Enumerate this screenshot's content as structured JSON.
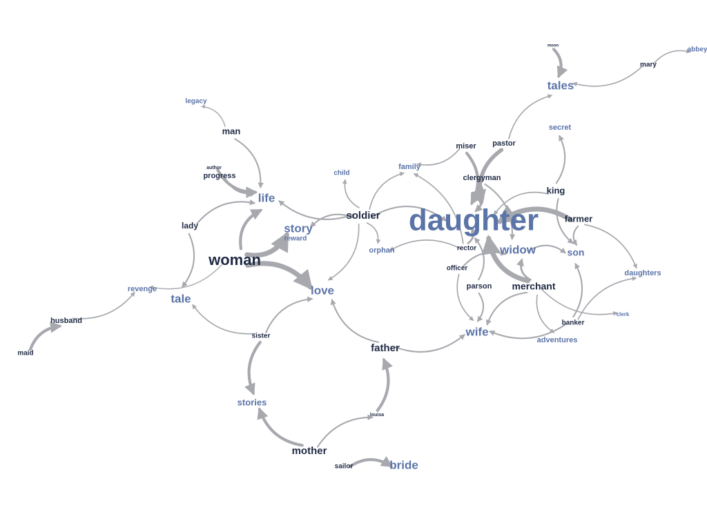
{
  "colors": {
    "source": "#1f2a44",
    "target": "#5b74a8",
    "edge": "#a7a9ae",
    "background": "#ffffff"
  },
  "nodes": [
    {
      "id": "daughter",
      "label": "daughter",
      "role": "target"
    },
    {
      "id": "woman",
      "label": "woman",
      "role": "source"
    },
    {
      "id": "love",
      "label": "love",
      "role": "target"
    },
    {
      "id": "life",
      "label": "life",
      "role": "target"
    },
    {
      "id": "story",
      "label": "story",
      "role": "target"
    },
    {
      "id": "reward",
      "label": "reward",
      "role": "target"
    },
    {
      "id": "soldier",
      "label": "soldier",
      "role": "source"
    },
    {
      "id": "widow",
      "label": "widow",
      "role": "target"
    },
    {
      "id": "merchant",
      "label": "merchant",
      "role": "source"
    },
    {
      "id": "wife",
      "label": "wife",
      "role": "target"
    },
    {
      "id": "father",
      "label": "father",
      "role": "source"
    },
    {
      "id": "tale",
      "label": "tale",
      "role": "target"
    },
    {
      "id": "tales",
      "label": "tales",
      "role": "target"
    },
    {
      "id": "farmer",
      "label": "farmer",
      "role": "source"
    },
    {
      "id": "son",
      "label": "son",
      "role": "target"
    },
    {
      "id": "king",
      "label": "king",
      "role": "source"
    },
    {
      "id": "man",
      "label": "man",
      "role": "source"
    },
    {
      "id": "legacy",
      "label": "legacy",
      "role": "target"
    },
    {
      "id": "author",
      "label": "author",
      "role": "source"
    },
    {
      "id": "progress",
      "label": "progress",
      "role": "source"
    },
    {
      "id": "lady",
      "label": "lady",
      "role": "source"
    },
    {
      "id": "revenge",
      "label": "revenge",
      "role": "target"
    },
    {
      "id": "husband",
      "label": "husband",
      "role": "source"
    },
    {
      "id": "maid",
      "label": "maid",
      "role": "source"
    },
    {
      "id": "sister",
      "label": "sister",
      "role": "source"
    },
    {
      "id": "stories",
      "label": "stories",
      "role": "target"
    },
    {
      "id": "mother",
      "label": "mother",
      "role": "source"
    },
    {
      "id": "louisa",
      "label": "louisa",
      "role": "source"
    },
    {
      "id": "sailor",
      "label": "sailor",
      "role": "source"
    },
    {
      "id": "bride",
      "label": "bride",
      "role": "target"
    },
    {
      "id": "child",
      "label": "child",
      "role": "target"
    },
    {
      "id": "family",
      "label": "family",
      "role": "target"
    },
    {
      "id": "orphan",
      "label": "orphan",
      "role": "target"
    },
    {
      "id": "miser",
      "label": "miser",
      "role": "source"
    },
    {
      "id": "pastor",
      "label": "pastor",
      "role": "source"
    },
    {
      "id": "clergyman",
      "label": "clergyman",
      "role": "source"
    },
    {
      "id": "secret",
      "label": "secret",
      "role": "target"
    },
    {
      "id": "mary",
      "label": "mary",
      "role": "source"
    },
    {
      "id": "abbey",
      "label": "abbey",
      "role": "target"
    },
    {
      "id": "moon",
      "label": "moon",
      "role": "source"
    },
    {
      "id": "rector",
      "label": "rector",
      "role": "source"
    },
    {
      "id": "officer",
      "label": "officer",
      "role": "source"
    },
    {
      "id": "parson",
      "label": "parson",
      "role": "source"
    },
    {
      "id": "banker",
      "label": "banker",
      "role": "source"
    },
    {
      "id": "clerk",
      "label": "clerk",
      "role": "target"
    },
    {
      "id": "adventures",
      "label": "adventures",
      "role": "target"
    },
    {
      "id": "daughters",
      "label": "daughters",
      "role": "target"
    }
  ],
  "edges": [
    {
      "from": "woman",
      "to": "love",
      "weight": 5
    },
    {
      "from": "woman",
      "to": "story",
      "weight": 5
    },
    {
      "from": "woman",
      "to": "life",
      "weight": 3
    },
    {
      "from": "woman",
      "to": "revenge",
      "weight": 1
    },
    {
      "from": "man",
      "to": "life",
      "weight": 1.5
    },
    {
      "from": "man",
      "to": "legacy",
      "weight": 1
    },
    {
      "from": "author",
      "to": "life",
      "weight": 3
    },
    {
      "from": "progress",
      "to": "life",
      "weight": 1.5
    },
    {
      "from": "lady",
      "to": "life",
      "weight": 1.5
    },
    {
      "from": "lady",
      "to": "tale",
      "weight": 1.5
    },
    {
      "from": "husband",
      "to": "revenge",
      "weight": 1.2
    },
    {
      "from": "maid",
      "to": "husband",
      "weight": 3
    },
    {
      "from": "soldier",
      "to": "life",
      "weight": 1.5
    },
    {
      "from": "soldier",
      "to": "story",
      "weight": 1.5
    },
    {
      "from": "soldier",
      "to": "daughter",
      "weight": 1.5
    },
    {
      "from": "soldier",
      "to": "family",
      "weight": 1.2
    },
    {
      "from": "soldier",
      "to": "child",
      "weight": 1.2
    },
    {
      "from": "soldier",
      "to": "orphan",
      "weight": 1.2
    },
    {
      "from": "soldier",
      "to": "love",
      "weight": 1.2
    },
    {
      "from": "farmer",
      "to": "daughter",
      "weight": 5
    },
    {
      "from": "farmer",
      "to": "son",
      "weight": 1.5
    },
    {
      "from": "farmer",
      "to": "daughters",
      "weight": 1.2
    },
    {
      "from": "king",
      "to": "son",
      "weight": 1.5
    },
    {
      "from": "king",
      "to": "secret",
      "weight": 1.5
    },
    {
      "from": "king",
      "to": "daughter",
      "weight": 1.2
    },
    {
      "from": "merchant",
      "to": "daughter",
      "weight": 5
    },
    {
      "from": "merchant",
      "to": "wife",
      "weight": 1.5
    },
    {
      "from": "merchant",
      "to": "adventures",
      "weight": 1.2
    },
    {
      "from": "merchant",
      "to": "clerk",
      "weight": 1.2
    },
    {
      "from": "merchant",
      "to": "widow",
      "weight": 2
    },
    {
      "from": "clergyman",
      "to": "daughter",
      "weight": 2
    },
    {
      "from": "clergyman",
      "to": "widow",
      "weight": 1.5
    },
    {
      "from": "miser",
      "to": "daughter",
      "weight": 3
    },
    {
      "from": "miser",
      "to": "family",
      "weight": 1.2
    },
    {
      "from": "pastor",
      "to": "daughter",
      "weight": 4
    },
    {
      "from": "pastor",
      "to": "tales",
      "weight": 1.2
    },
    {
      "from": "moon",
      "to": "tales",
      "weight": 3
    },
    {
      "from": "mary",
      "to": "tales",
      "weight": 1.2
    },
    {
      "from": "mary",
      "to": "abbey",
      "weight": 1.2
    },
    {
      "from": "rector",
      "to": "daughter",
      "weight": 2
    },
    {
      "from": "rector",
      "to": "orphan",
      "weight": 1.2
    },
    {
      "from": "rector",
      "to": "family",
      "weight": 1.2
    },
    {
      "from": "officer",
      "to": "widow",
      "weight": 1.5
    },
    {
      "from": "officer",
      "to": "wife",
      "weight": 1.2
    },
    {
      "from": "parson",
      "to": "wife",
      "weight": 1.5
    },
    {
      "from": "parson",
      "to": "daughter",
      "weight": 1.5
    },
    {
      "from": "widow",
      "to": "son",
      "weight": 1.5
    },
    {
      "from": "banker",
      "to": "son",
      "weight": 1.5
    },
    {
      "from": "banker",
      "to": "wife",
      "weight": 1.5
    },
    {
      "from": "banker",
      "to": "daughters",
      "weight": 1.2
    },
    {
      "from": "father",
      "to": "love",
      "weight": 1.5
    },
    {
      "from": "father",
      "to": "wife",
      "weight": 1.5
    },
    {
      "from": "louisa",
      "to": "father",
      "weight": 3
    },
    {
      "from": "mother",
      "to": "stories",
      "weight": 3
    },
    {
      "from": "mother",
      "to": "louisa",
      "weight": 1.5
    },
    {
      "from": "sister",
      "to": "stories",
      "weight": 3
    },
    {
      "from": "sister",
      "to": "love",
      "weight": 1.5
    },
    {
      "from": "sister",
      "to": "tale",
      "weight": 1.2
    },
    {
      "from": "sailor",
      "to": "bride",
      "weight": 3
    }
  ]
}
